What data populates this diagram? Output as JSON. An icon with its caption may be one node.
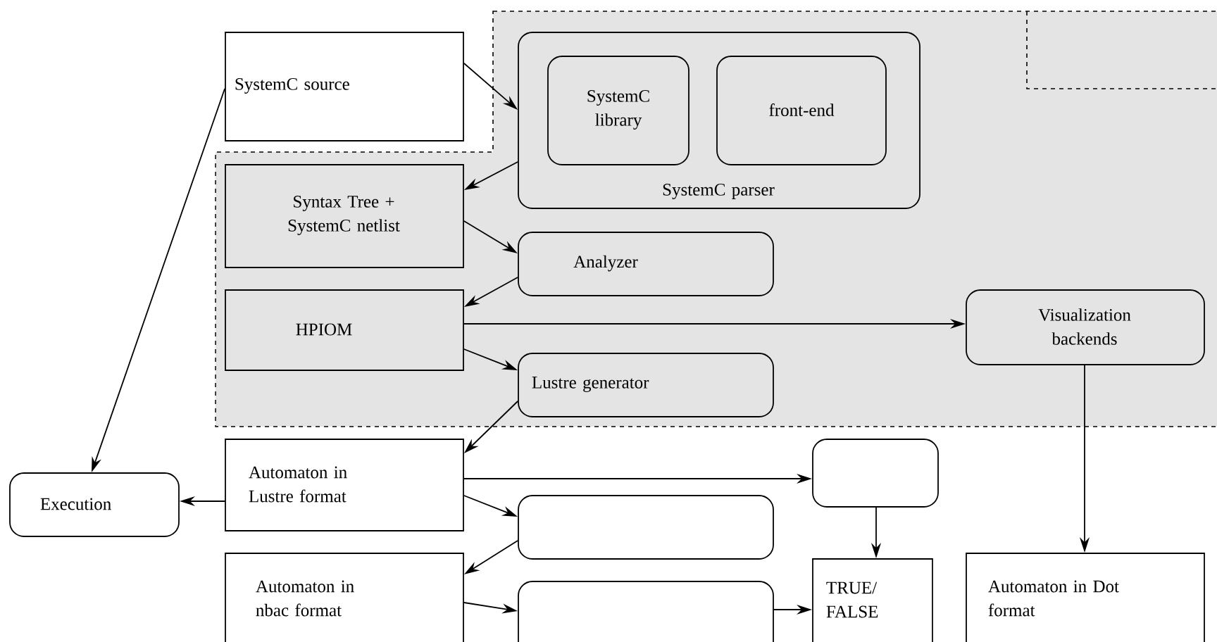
{
  "diagram": {
    "nodes": [
      {
        "text": [],
        "shape": "box"
      },
      {
        "text": [],
        "shape": "box",
        "in": 0
      },
      {
        "text": [
          "SystemC source"
        ]
      },
      {
        "text": [
          "SystemC parser"
        ],
        "in": 0
      },
      {
        "text": [
          "SystemC library"
        ],
        "in": 3
      },
      {
        "text": [
          "front-end"
        ],
        "in": 3
      },
      {
        "text": [
          "Syntax Tree + SystemC netlist"
        ],
        "in": 0
      },
      {
        "text": [
          "Analyzer"
        ],
        "in": 0
      },
      {
        "text": [
          "HPIOM"
        ],
        "in": 0
      },
      {
        "text": [
          "Visualization backends"
        ],
        "in": 0
      },
      {
        "text": [
          "Lustre generator"
        ],
        "in": 0
      },
      {
        "text": [
          "Execution"
        ]
      },
      {
        "text": [
          "Automaton in Lustre format"
        ]
      },
      {
        "text": [],
        "shape": "box"
      },
      {
        "text": [],
        "shape": "box"
      },
      {
        "text": [
          "Automaton in nbac format"
        ]
      },
      {
        "text": [],
        "shape": "box"
      },
      {
        "text": [
          "TRUE/ FALSE"
        ]
      },
      {
        "text": [
          "Automaton in Dot format"
        ]
      }
    ],
    "edges": [
      {
        "from": 2,
        "to": 3,
        "arrow": "to"
      },
      {
        "from": 3,
        "to": 6,
        "arrow": "to"
      },
      {
        "from": 6,
        "to": 7,
        "arrow": "to"
      },
      {
        "from": 7,
        "to": 8,
        "arrow": "to"
      },
      {
        "from": 8,
        "to": 9,
        "arrow": "to"
      },
      {
        "from": 8,
        "to": 10,
        "arrow": "to"
      },
      {
        "from": 10,
        "to": 12,
        "arrow": "to"
      },
      {
        "from": 2,
        "to": 11,
        "arrow": "to"
      },
      {
        "from": 12,
        "to": 11,
        "arrow": "to"
      },
      {
        "from": 12,
        "to": 13,
        "arrow": "to"
      },
      {
        "from": 12,
        "to": 14,
        "arrow": "to"
      },
      {
        "from": 14,
        "to": 15,
        "arrow": "to"
      },
      {
        "from": 15,
        "to": 16,
        "arrow": "to"
      },
      {
        "from": 13,
        "to": 17,
        "arrow": "to"
      },
      {
        "from": 16,
        "to": 17,
        "arrow": "to"
      },
      {
        "from": 9,
        "to": 18,
        "arrow": "to"
      }
    ]
  }
}
